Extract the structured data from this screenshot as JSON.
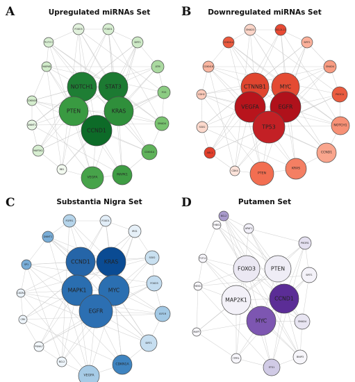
{
  "panels": [
    {
      "id": "A",
      "letter": "A",
      "title": "Upregulated miRNAs Set",
      "nodes": [
        {
          "label": "FOXO3",
          "color": "#e1f1dc"
        },
        {
          "label": "FOXO1",
          "color": "#d7eed1"
        },
        {
          "label": "SIRT1",
          "color": "#cde9c6"
        },
        {
          "label": "ATM",
          "color": "#aad9a0"
        },
        {
          "label": "FOS",
          "color": "#8ccc83"
        },
        {
          "label": "SMAD4",
          "color": "#79c370"
        },
        {
          "label": "CDKN1A",
          "color": "#5fb25a"
        },
        {
          "label": "MAPK1",
          "color": "#3f9d44"
        },
        {
          "label": "VEGFA",
          "color": "#47a34a"
        },
        {
          "label": "RB1",
          "color": "#f2f9ef"
        },
        {
          "label": "MAP2K1",
          "color": "#d7eed1"
        },
        {
          "label": "DNMT1",
          "color": "#e5f4e1"
        },
        {
          "label": "CDKN1B",
          "color": "#d4edcd"
        },
        {
          "label": "MAPK8",
          "color": "#d0ebc9"
        },
        {
          "label": "MLLT3/11",
          "color": "#d9efd3"
        },
        {
          "label": "NOTCH1",
          "color": "#1e7e34"
        },
        {
          "label": "STAT3",
          "color": "#1c7a32"
        },
        {
          "label": "PTEN",
          "color": "#399a41"
        },
        {
          "label": "KRAS",
          "color": "#2f8f3b"
        },
        {
          "label": "CCND1",
          "color": "#0d6b28"
        }
      ]
    },
    {
      "id": "B",
      "letter": "B",
      "title": "Downregulated miRNAs Set",
      "nodes": [
        {
          "label": "SMAD3",
          "color": "#fbd5c8"
        },
        {
          "label": "BCL2L11",
          "color": "#e84a34"
        },
        {
          "label": "SIRT1",
          "color": "#fbb09a"
        },
        {
          "label": "SMAD4",
          "color": "#f89c82"
        },
        {
          "label": "PIK3CA",
          "color": "#ea5b3f"
        },
        {
          "label": "NOTCH1",
          "color": "#f79176"
        },
        {
          "label": "CCND1",
          "color": "#f9a58d"
        },
        {
          "label": "KRAS",
          "color": "#f47f63"
        },
        {
          "label": "PTEN",
          "color": "#f26e51"
        },
        {
          "label": "CDK4",
          "color": "#fde3da"
        },
        {
          "label": "ABL1",
          "color": "#e23f2c"
        },
        {
          "label": "SOX2",
          "color": "#fcd9cc"
        },
        {
          "label": "CDH2",
          "color": "#fbcbbb"
        },
        {
          "label": "CDKN1B",
          "color": "#f9b6a1"
        },
        {
          "label": "CDKN1A",
          "color": "#ec5a3e"
        },
        {
          "label": "CTNNB1",
          "color": "#e0452f"
        },
        {
          "label": "MYC",
          "color": "#e44b33"
        },
        {
          "label": "VEGFA",
          "color": "#b8141c"
        },
        {
          "label": "EGFR",
          "color": "#b0111b"
        },
        {
          "label": "TP53",
          "color": "#c32025"
        }
      ]
    },
    {
      "id": "C",
      "letter": "C",
      "title": "Substantia Nigra Set",
      "nodes": [
        {
          "label": "FGFR1",
          "color": "#b5d4ea"
        },
        {
          "label": "FOXO1",
          "color": "#e2eef8"
        },
        {
          "label": "IRS1",
          "color": "#e6f0f8"
        },
        {
          "label": "SOX2",
          "color": "#c9e0f0"
        },
        {
          "label": "FOXO3",
          "color": "#c3dcef"
        },
        {
          "label": "IGF1R",
          "color": "#a3c9e5"
        },
        {
          "label": "SIRT1",
          "color": "#c6def0"
        },
        {
          "label": "CDKN1A",
          "color": "#3f84c0"
        },
        {
          "label": "VEGFA",
          "color": "#a6cbe6"
        },
        {
          "label": "BCL2",
          "color": "#eef5fb"
        },
        {
          "label": "PSMA7",
          "color": "#f3f8fc"
        },
        {
          "label": "CRK",
          "color": "#eef5fb"
        },
        {
          "label": "CXCR4",
          "color": "#eaf2f9"
        },
        {
          "label": "SP1",
          "color": "#78acd6"
        },
        {
          "label": "DNMT1",
          "color": "#79add7"
        },
        {
          "label": "CCND1",
          "color": "#2565a8"
        },
        {
          "label": "KRAS",
          "color": "#0a4b93"
        },
        {
          "label": "MAPK1",
          "color": "#2a6eb0"
        },
        {
          "label": "MYC",
          "color": "#2b6fb1"
        },
        {
          "label": "EGFR",
          "color": "#2c6fb2"
        }
      ]
    },
    {
      "id": "D",
      "letter": "D",
      "title": "Putamen Set",
      "nodes": [
        {
          "label": "BCL2",
          "color": "#a99bcc"
        },
        {
          "label": "APAF1",
          "color": "#f1eff8"
        },
        {
          "label": "PIK3R1",
          "color": "#e4e0f0"
        },
        {
          "label": "SIRT1",
          "color": "#f4f2f9"
        },
        {
          "label": "SMAD4",
          "color": "#e8e5f2"
        },
        {
          "label": "BNIP3",
          "color": "#f6f5fa"
        },
        {
          "label": "ETS1",
          "color": "#d1cbe6"
        },
        {
          "label": "ITPR1",
          "color": "#f7f6fb"
        },
        {
          "label": "MAPT",
          "color": "#f9f8fc"
        },
        {
          "label": "MEIS1",
          "color": "#f9f8fc"
        },
        {
          "label": "TCF12",
          "color": "#f7f6fb"
        },
        {
          "label": "THBS1",
          "color": "#f9f8fc"
        },
        {
          "label": "FOXO3",
          "color": "#ebe8f3"
        },
        {
          "label": "PTEN",
          "color": "#efedf6"
        },
        {
          "label": "MAP2K1",
          "color": "#f3f1f8"
        },
        {
          "label": "CCND1",
          "color": "#5b2d96"
        },
        {
          "label": "MYC",
          "color": "#7d56b1"
        }
      ]
    }
  ]
}
